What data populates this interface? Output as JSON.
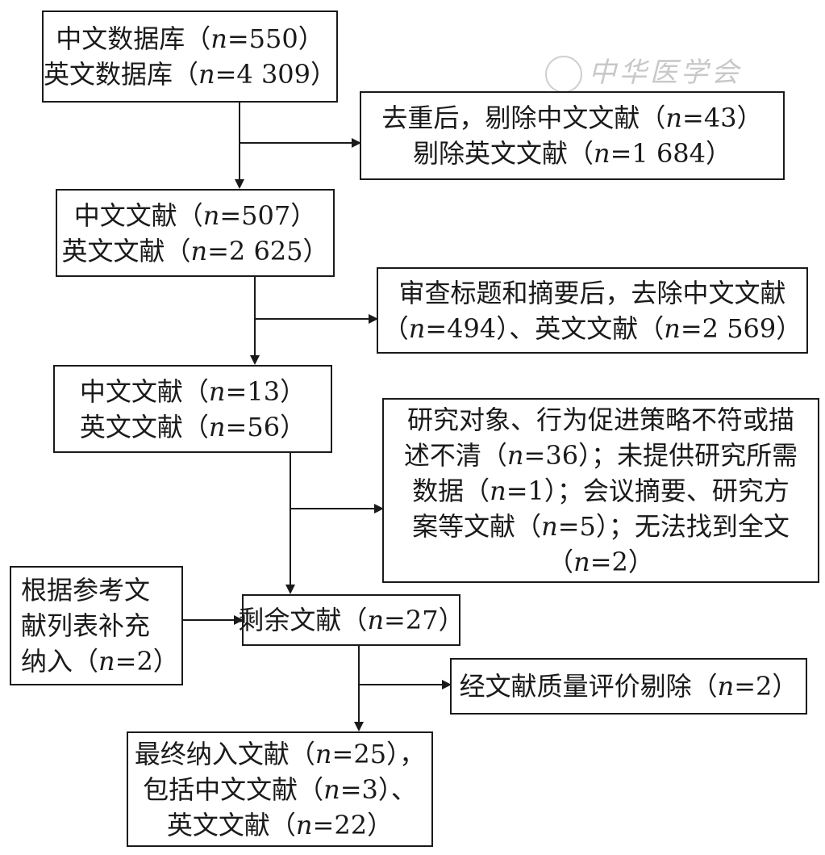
{
  "watermark": {
    "text": "中华医学会"
  },
  "boxes": {
    "databases": {
      "line1": "中文数据库（n=550）",
      "line2": "英文数据库（n=4 309）"
    },
    "dedup_excluded": {
      "line1": "去重后，剔除中文文献（n=43）",
      "line2": "剔除英文文献（n=1 684）"
    },
    "after_dedup": {
      "line1": "中文文献（n=507）",
      "line2": "英文文献（n=2 625）"
    },
    "title_abstract_excluded": {
      "line1": "审查标题和摘要后，去除中文文献",
      "line2": "（n=494）、英文文献（n=2 569）"
    },
    "after_screening": {
      "line1": "中文文献（n=13）",
      "line2": "英文文献（n=56）"
    },
    "fulltext_excluded": {
      "line1": "研究对象、行为促进策略不符或描",
      "line2": "述不清（n=36）；未提供研究所需",
      "line3": "数据（n=1）；会议摘要、研究方",
      "line4": "案等文献（n=5）；无法找到全文",
      "line5": "（n=2）"
    },
    "reference_added": {
      "line1": "根据参考文",
      "line2": "献列表补充",
      "line3": "纳入（n=2）"
    },
    "remaining": {
      "line1": "剩余文献（n=27）"
    },
    "quality_excluded": {
      "line1": "经文献质量评价剔除（n=2）"
    },
    "final_included": {
      "line1": "最终纳入文献（n=25），",
      "line2": "包括中文文献（n=3）、",
      "line3": "英文文献（n=22）"
    }
  }
}
